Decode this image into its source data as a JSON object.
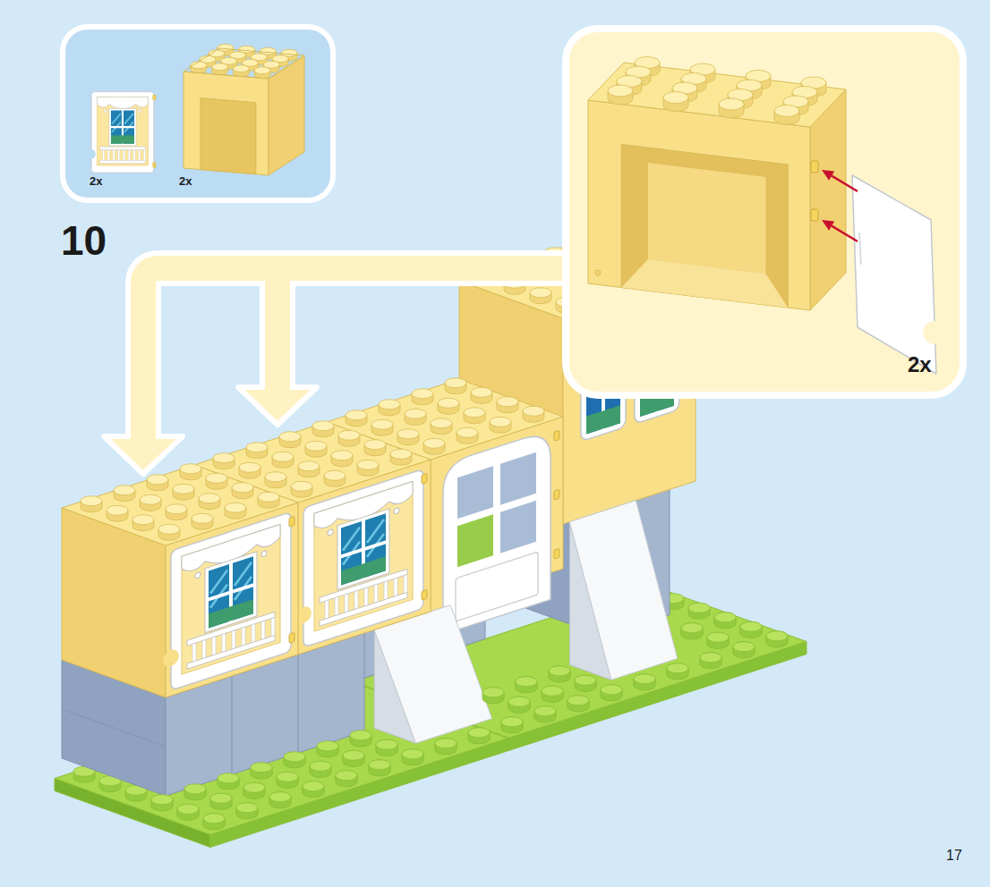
{
  "diagram": {
    "nodes": [
      {
        "text": [
          "2x",
          "2x"
        ]
      },
      {
        "text": [
          "2x"
        ]
      }
    ],
    "labels": [
      "10",
      "17"
    ]
  }
}
